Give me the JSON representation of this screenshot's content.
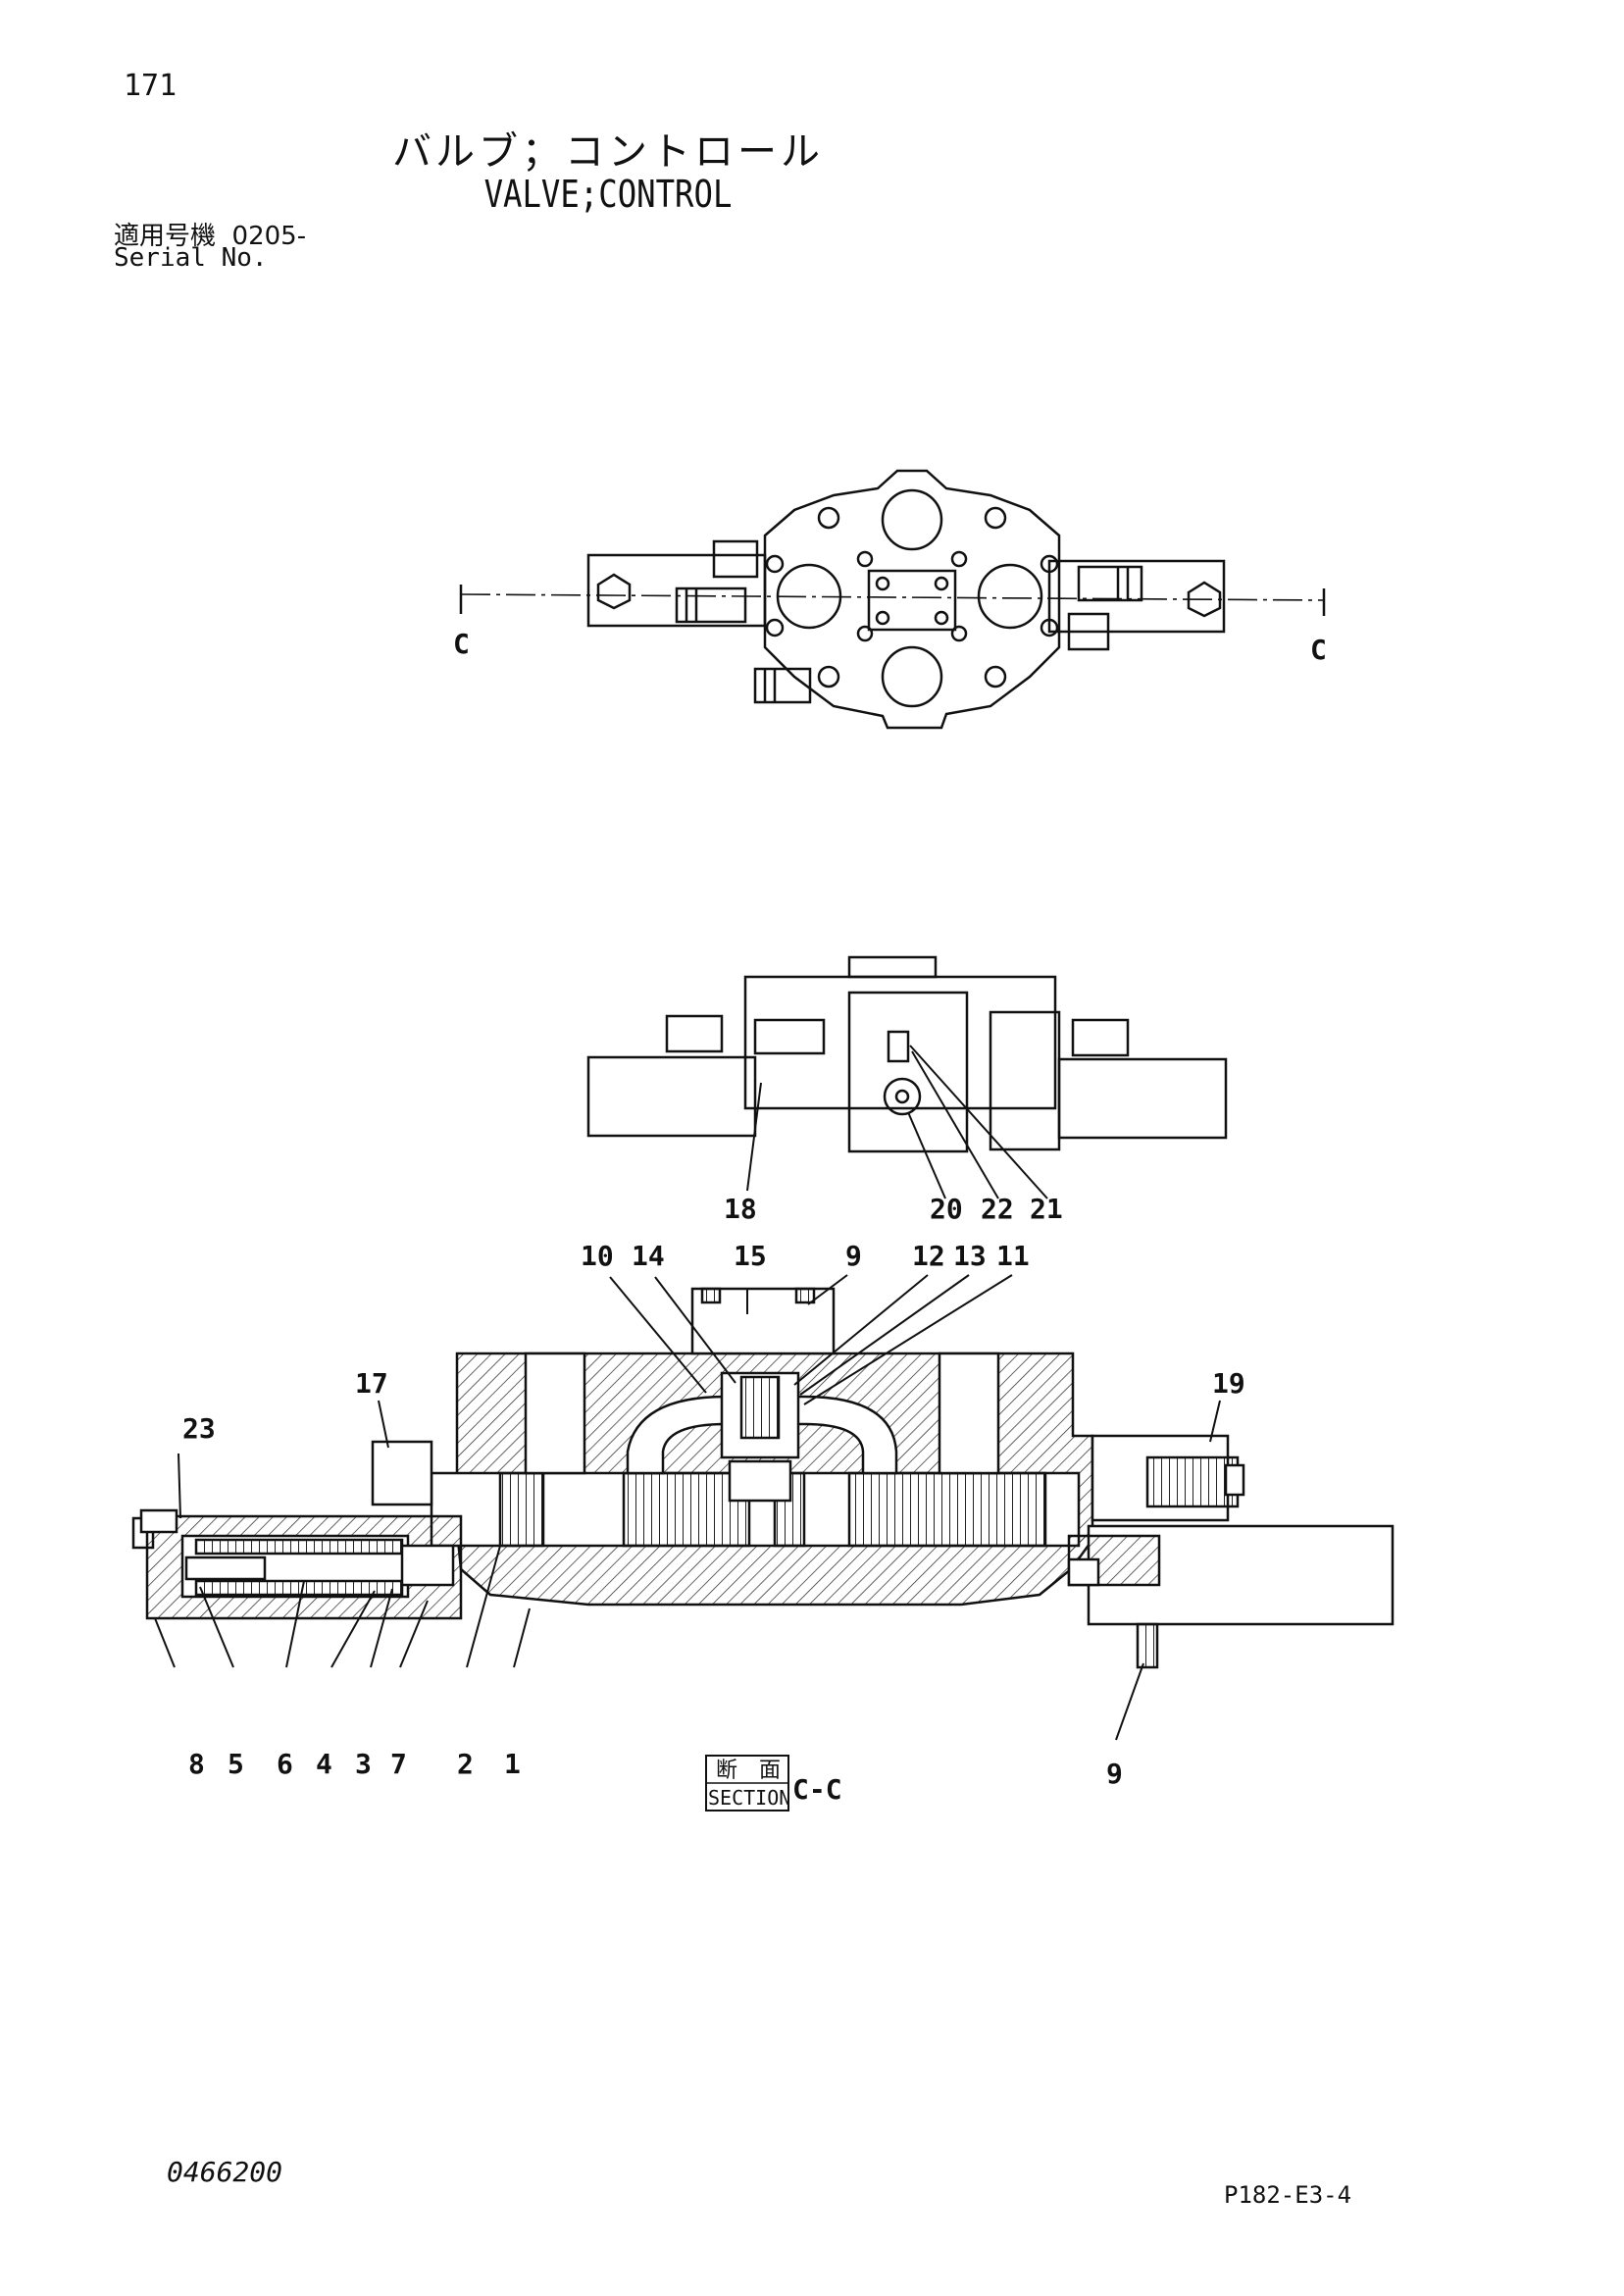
{
  "page_number": "171",
  "title": {
    "jp": "バルブ；コントロール",
    "en": "VALVE;CONTROL"
  },
  "serial": {
    "jp_label": "適用号機",
    "value": "0205-",
    "en_label": "Serial No."
  },
  "section_view": {
    "cut_label": "C",
    "box_jp": "断　面",
    "box_en": "SECTION",
    "name": "C-C"
  },
  "callouts": {
    "c1": "1",
    "c2": "2",
    "c3": "3",
    "c4": "4",
    "c5": "5",
    "c6": "6",
    "c7": "7",
    "c8": "8",
    "c9a": "9",
    "c9b": "9",
    "c10": "10",
    "c11": "11",
    "c12": "12",
    "c13": "13",
    "c14": "14",
    "c15": "15",
    "c17": "17",
    "c18": "18",
    "c19": "19",
    "c20": "20",
    "c21": "21",
    "c22": "22",
    "c23": "23"
  },
  "document_number": "0466200",
  "page_reference": "P182-E3-4"
}
